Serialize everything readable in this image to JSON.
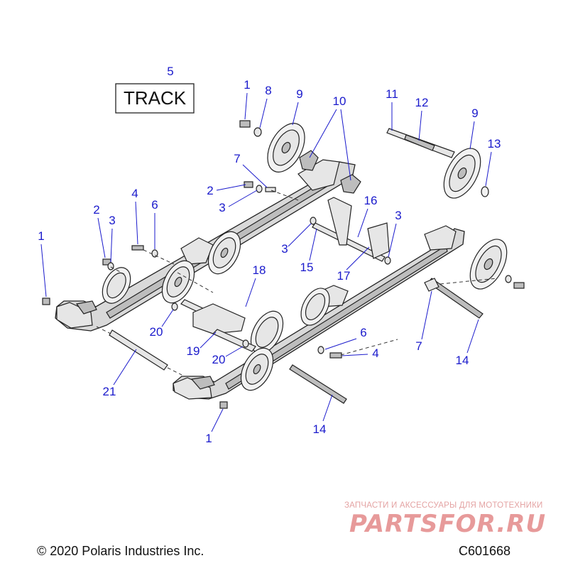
{
  "diagram": {
    "track_label": "TRACK",
    "callouts": {
      "c1a": "1",
      "c1b": "1",
      "c1c": "1",
      "c2a": "2",
      "c2b": "2",
      "c3a": "3",
      "c3b": "3",
      "c3c": "3",
      "c3d": "3",
      "c4a": "4",
      "c4b": "4",
      "c5": "5",
      "c6a": "6",
      "c6b": "6",
      "c7a": "7",
      "c7b": "7",
      "c8": "8",
      "c9a": "9",
      "c9b": "9",
      "c10": "10",
      "c11": "11",
      "c12": "12",
      "c13": "13",
      "c14a": "14",
      "c14b": "14",
      "c15": "15",
      "c16": "16",
      "c17": "17",
      "c18": "18",
      "c19": "19",
      "c20a": "20",
      "c20b": "20",
      "c21": "21"
    }
  },
  "footer": {
    "copyright": "© 2020 Polaris Industries Inc.",
    "code": "C601668"
  },
  "watermark": {
    "tagline": "ЗАПЧАСТИ И АКСЕССУАРЫ ДЛЯ МОТОТЕХНИКИ",
    "logo": "PARTSFOR.RU"
  }
}
